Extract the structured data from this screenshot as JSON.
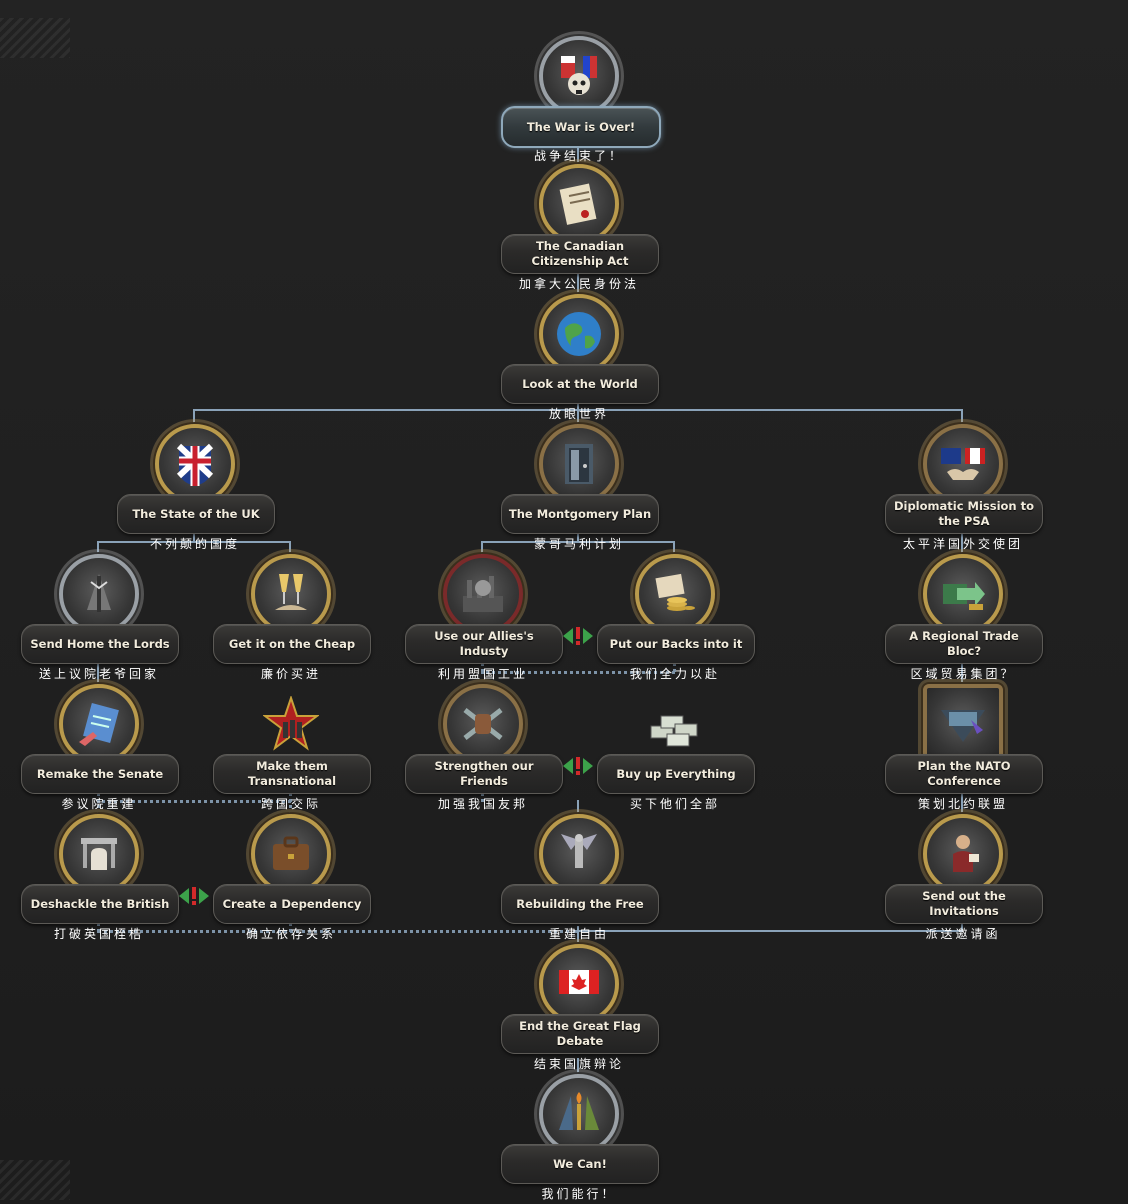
{
  "focuses": {
    "war_over": {
      "title": "The War is Over!",
      "cn": "战争结束了！",
      "icon": "skull-flags-icon"
    },
    "citizenship": {
      "title": "The Canadian Citizenship Act",
      "cn": "加拿大公民身份法",
      "icon": "document-icon"
    },
    "look_world": {
      "title": "Look at the World",
      "cn": "放眼世界",
      "icon": "globe-icon"
    },
    "state_uk": {
      "title": "The State of the UK",
      "cn": "不列颠的国度",
      "icon": "union-jack-icon"
    },
    "montgomery": {
      "title": "The Montgomery Plan",
      "cn": "蒙哥马利计划",
      "icon": "door-icon"
    },
    "diplomatic": {
      "title": "Diplomatic Mission to the PSA",
      "cn": "太平洋国外交使团",
      "icon": "handshake-flags-icon"
    },
    "send_lords": {
      "title": "Send Home the Lords",
      "cn": "送上议院老爷回家",
      "icon": "fasces-icon"
    },
    "cheap": {
      "title": "Get it on the Cheap",
      "cn": "廉价买进",
      "icon": "champagne-icon"
    },
    "allies_industy": {
      "title": "Use our Allies's Industy",
      "cn": "利用盟国工业",
      "icon": "factory-icon"
    },
    "backs": {
      "title": "Put our Backs into it",
      "cn": "我们全力以赴",
      "icon": "coins-icon"
    },
    "trade_bloc": {
      "title": "A Regional Trade Bloc?",
      "cn": "区域贸易集团？",
      "icon": "trade-arrow-icon"
    },
    "senate": {
      "title": "Remake the Senate",
      "cn": "参议院重建",
      "icon": "quill-icon"
    },
    "transnational": {
      "title": "Make them Transnational",
      "cn": "跨国交际",
      "icon": "star-soldiers-icon"
    },
    "friends": {
      "title": "Strengthen our Friends",
      "cn": "加强我国友邦",
      "icon": "fist-tools-icon"
    },
    "buy_up": {
      "title": "Buy up Everything",
      "cn": "买下他们全部",
      "icon": "money-icon"
    },
    "nato": {
      "title": "Plan the NATO Conference",
      "cn": "策划北约联盟",
      "icon": "meeting-icon"
    },
    "deshackle": {
      "title": "Deshackle the British",
      "cn": "打破英国桎梏",
      "icon": "raised-fist-icon"
    },
    "dependency": {
      "title": "Create a Dependency",
      "cn": "确立依存关系",
      "icon": "briefcase-icon"
    },
    "rebuilding": {
      "title": "Rebuilding the Free",
      "cn": "重建自由",
      "icon": "winged-statue-icon"
    },
    "invitations": {
      "title": "Send out the Invitations",
      "cn": "派送邀请函",
      "icon": "messenger-icon"
    },
    "flag_debate": {
      "title": "End the Great Flag Debate",
      "cn": "结束国旗辩论",
      "icon": "canada-flag-icon"
    },
    "we_can": {
      "title": "We Can!",
      "cn": "我们能行！",
      "icon": "torch-flags-icon"
    }
  },
  "colors": {
    "line": "#8aa2b8",
    "text": "#f2ecdd",
    "exclusive_red": "#d22a2a",
    "exclusive_green": "#3ca24a"
  }
}
